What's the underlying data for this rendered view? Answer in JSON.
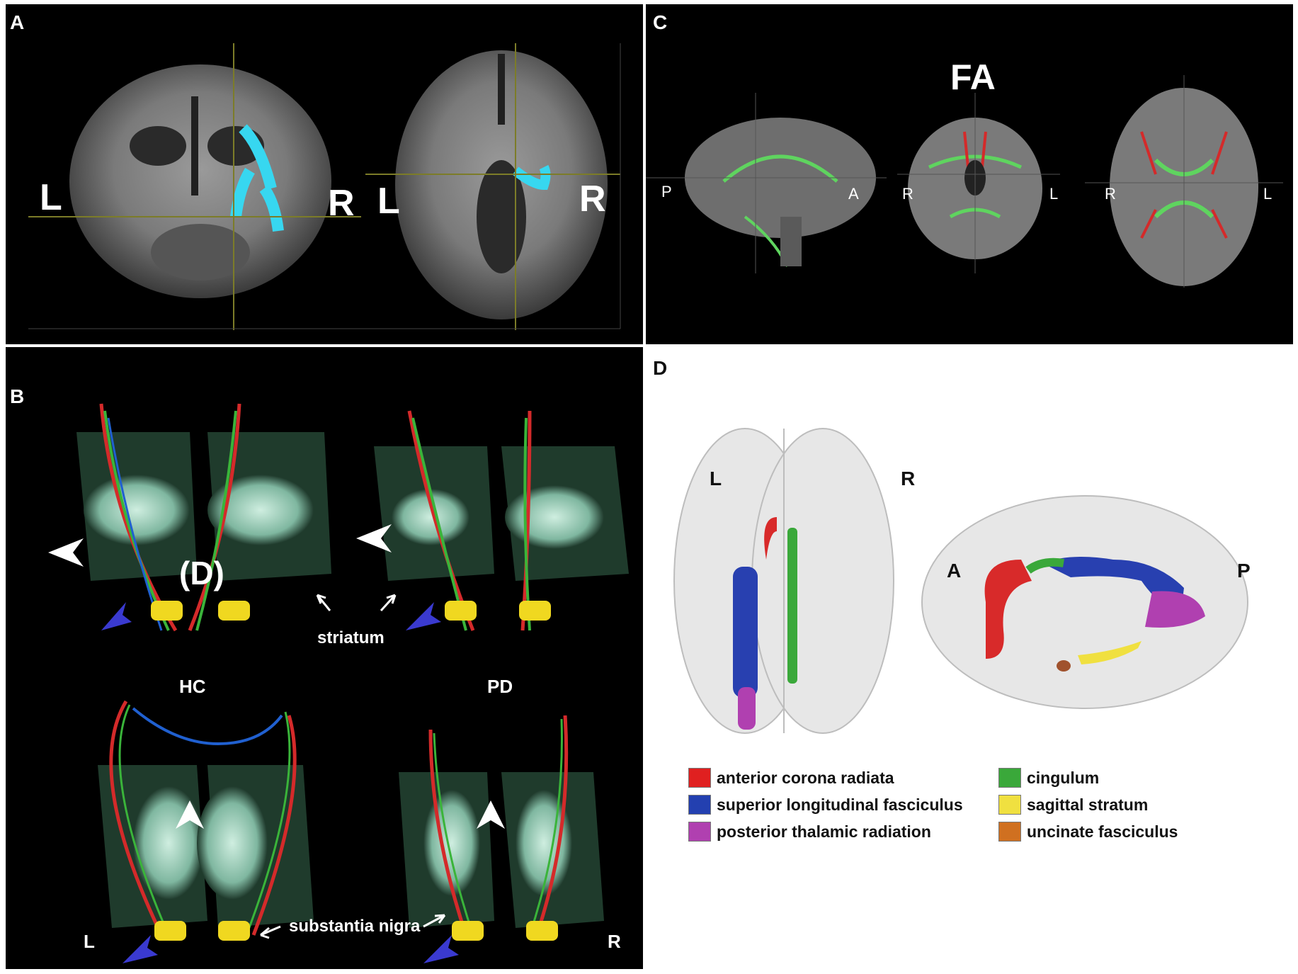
{
  "panels": {
    "a": {
      "label": "A",
      "left_marker_1": "L",
      "right_marker_1": "R",
      "left_marker_2": "L",
      "right_marker_2": "R"
    },
    "b": {
      "label": "B",
      "d_marker": "(D)",
      "striatum": "striatum",
      "substantia_nigra": "substantia nigra",
      "group_hc": "HC",
      "group_pd": "PD",
      "left_marker": "L",
      "right_marker": "R"
    },
    "c": {
      "label": "C",
      "title": "FA",
      "sagittal_left": "P",
      "sagittal_right": "A",
      "coronal_left": "R",
      "coronal_right": "L",
      "axial_left": "R",
      "axial_right": "L"
    },
    "d": {
      "label": "D",
      "top_left": "L",
      "top_right": "R",
      "side_left": "A",
      "side_right": "P",
      "legend": [
        {
          "label": "anterior corona radiata",
          "color": "#e02020"
        },
        {
          "label": "superior longitudinal fasciculus",
          "color": "#2340b0"
        },
        {
          "label": "posterior thalamic radiation",
          "color": "#b040b0"
        },
        {
          "label": "cingulum",
          "color": "#3aa83a"
        },
        {
          "label": "sagittal stratum",
          "color": "#f0e040"
        },
        {
          "label": "uncinate fasciculus",
          "color": "#d07020"
        }
      ]
    }
  }
}
